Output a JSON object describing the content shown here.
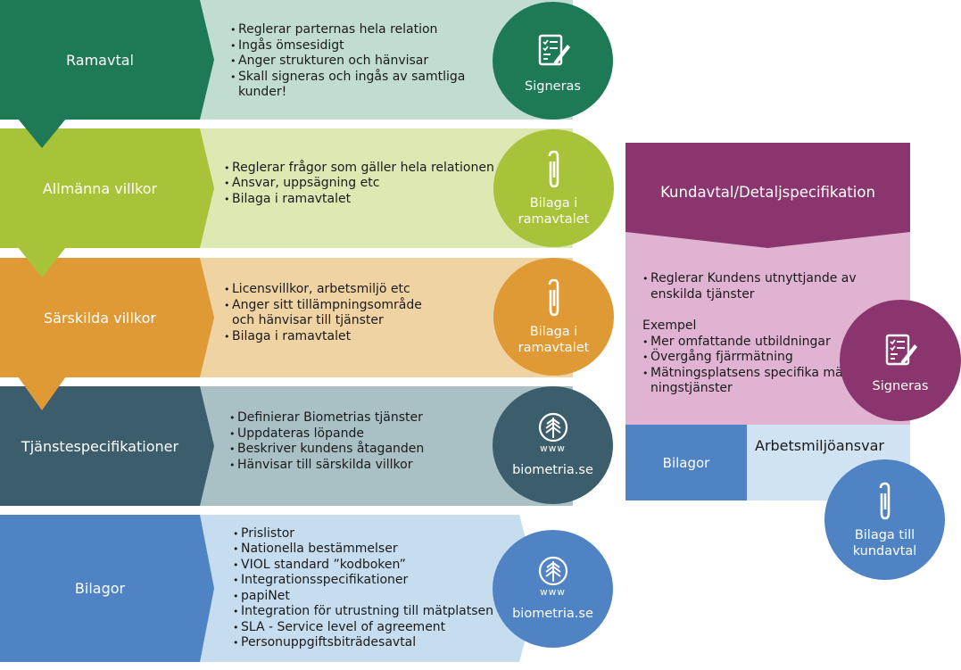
{
  "colors": {
    "ramavtal_dark": "#1e7a55",
    "ramavtal_light": "#c0ddd0",
    "allmanna_dark": "#a7c33a",
    "allmanna_light": "#dde9b3",
    "sarskilda_dark": "#e09a35",
    "sarskilda_light": "#f0d3a3",
    "tjanst_dark": "#3c5e6c",
    "tjanst_light": "#a9c0c4",
    "bilagor_dark": "#4f83c4",
    "bilagor_light": "#c5ddee",
    "kund_dark": "#8b356f",
    "kund_light": "#e0b3d3"
  },
  "rows": [
    {
      "title": "Ramavtal",
      "bullets": [
        "Reglerar parternas hela relation",
        "Ingås ömsesidigt",
        "Anger strukturen och hänvisar",
        "Skall signeras och ingås av samtliga kunder!"
      ],
      "badge": {
        "icon": "document-sign-icon",
        "line1": "Signeras",
        "line2": ""
      }
    },
    {
      "title": "Allmänna villkor",
      "bullets": [
        "Reglerar frågor som gäller hela relationen",
        "Ansvar, uppsägning etc",
        "Bilaga i ramavtalet"
      ],
      "badge": {
        "icon": "paperclip-icon",
        "line1": "Bilaga i",
        "line2": "ramavtalet"
      }
    },
    {
      "title": "Särskilda villkor",
      "bullets": [
        "Licensvillkor, arbetsmiljö etc",
        "Anger sitt tillämpningsområde och hänvisar till tjänster",
        "Bilaga i ramavtalet"
      ],
      "badge": {
        "icon": "paperclip-icon",
        "line1": "Bilaga i",
        "line2": "ramavtalet"
      }
    },
    {
      "title": "Tjänstespecifikationer",
      "bullets": [
        "Definierar Biometrias tjänster",
        "Uppdateras löpande",
        "Beskriver kundens åtaganden",
        "Hänvisar till särskilda villkor"
      ],
      "badge": {
        "icon": "biometria-logo-icon",
        "www": "www",
        "line1": "biometria.se"
      }
    },
    {
      "title": "Bilagor",
      "bullets": [
        "Prislistor",
        "Nationella bestämmelser",
        "VIOL standard ”kodboken”",
        "Integrationsspecifikationer",
        "papiNet",
        "Integration för utrustning till mätplatsen",
        "SLA - Service level of agreement",
        "Personuppgiftsbiträdesavtal"
      ],
      "badge": {
        "icon": "biometria-logo-icon",
        "www": "www",
        "line1": "biometria.se"
      }
    }
  ],
  "kundavtal": {
    "title": "Kundavtal/Detaljspecifikation",
    "bullets": [
      "Reglerar Kundens utnyttjande av enskilda tjänster"
    ],
    "example_heading": "Exempel",
    "example_bullets": [
      "Mer omfattande utbildningar",
      "Övergång fjärrmätning",
      "Mätningsplatsens specifika mät ningstjänster"
    ],
    "badge": {
      "icon": "document-sign-icon",
      "line1": "Signeras"
    },
    "bilagor_label": "Bilagor",
    "arbetsmiljo_label": "Arbetsmiljöansvar",
    "attach_badge": {
      "icon": "paperclip-icon",
      "line1": "Bilaga till",
      "line2": "kundavtal"
    }
  }
}
